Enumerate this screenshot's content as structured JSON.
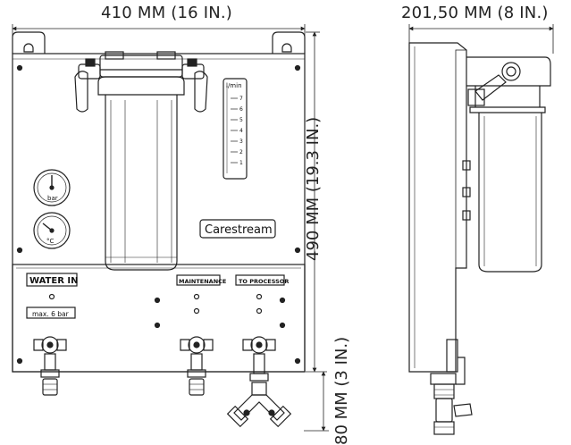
{
  "dimensions": {
    "width_front": "410 MM (16 IN.)",
    "width_side": "201,50 MM (8 IN.)",
    "height": "490 MM (19.3 IN.)",
    "bottom": "80 MM (3 IN.)"
  },
  "panel_labels": {
    "water_in": "WATER IN",
    "max_pressure": "max. 6 bar",
    "maintenance": "MAINTENANCE",
    "to_processor": "TO PROCESSOR",
    "brand": "Carestream"
  },
  "gauges": {
    "pressure_unit": "bar",
    "temperature_unit": "°C"
  },
  "flowmeter": {
    "unit": "l/min",
    "scale": [
      "7",
      "6",
      "5",
      "4",
      "3",
      "2",
      "1"
    ]
  }
}
